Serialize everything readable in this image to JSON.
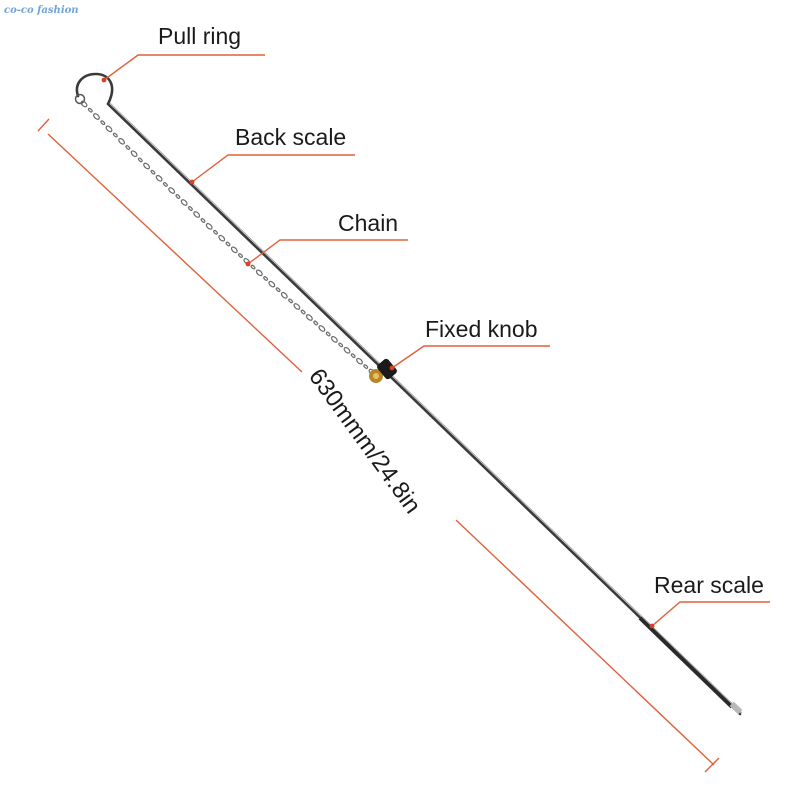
{
  "watermark": "co-co fashion",
  "labels": {
    "pull_ring": "Pull ring",
    "back_scale": "Back scale",
    "chain": "Chain",
    "fixed_knob": "Fixed knob",
    "rear_scale": "Rear scale"
  },
  "dimension": "630mmm/24.8in",
  "colors": {
    "leader": "#e0603a",
    "marker": "#d8402a",
    "rod": "#3a3a3a",
    "knob": "#1a1a1a",
    "knob_brass": "#b8862a"
  }
}
